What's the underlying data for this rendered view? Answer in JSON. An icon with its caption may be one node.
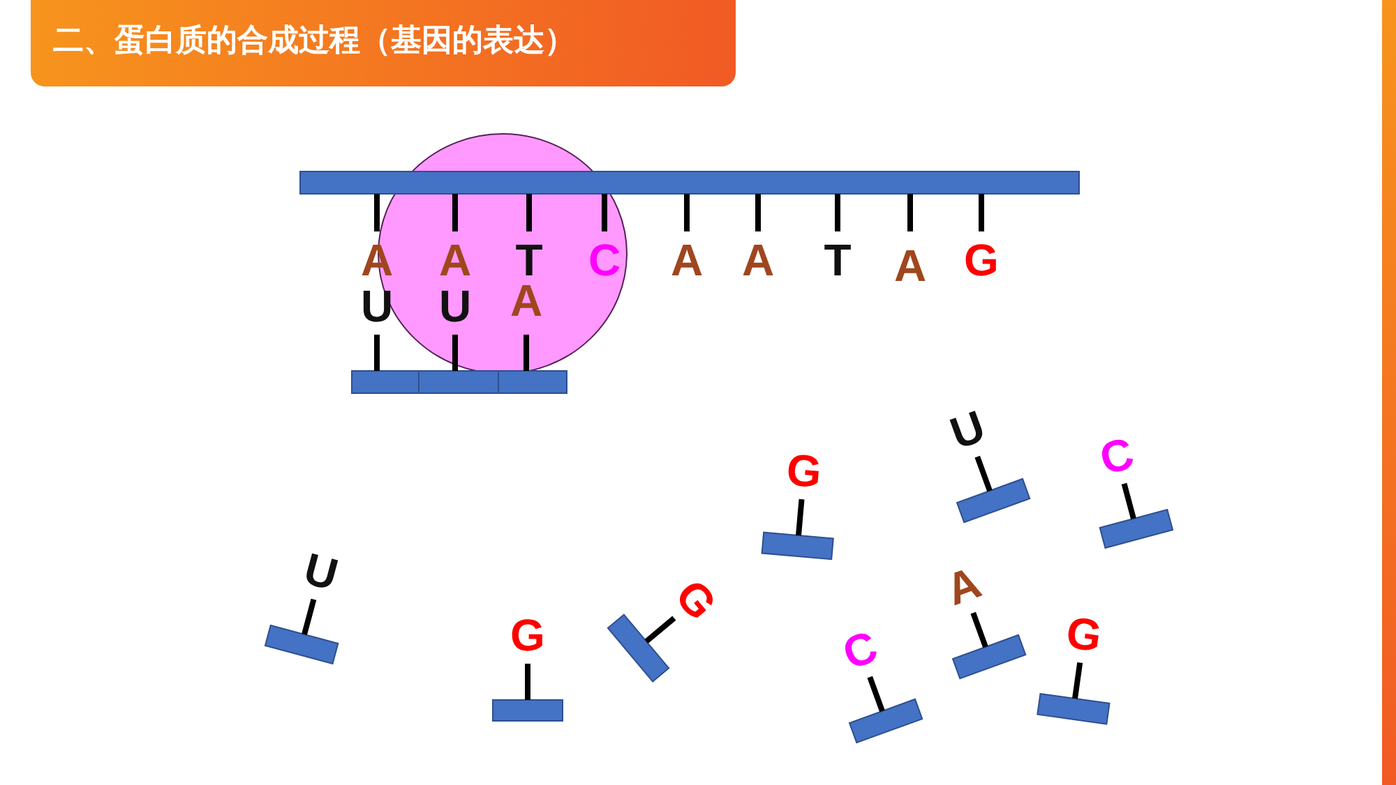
{
  "diagram": {
    "title": "二、蛋白质的合成过程（基因的表达）",
    "labels": [
      "A",
      "A",
      "T",
      "C",
      "A",
      "A",
      "T",
      "A",
      "G",
      "U",
      "U",
      "A",
      "G",
      "U",
      "C",
      "U",
      "G",
      "G",
      "C",
      "A",
      "G"
    ]
  }
}
